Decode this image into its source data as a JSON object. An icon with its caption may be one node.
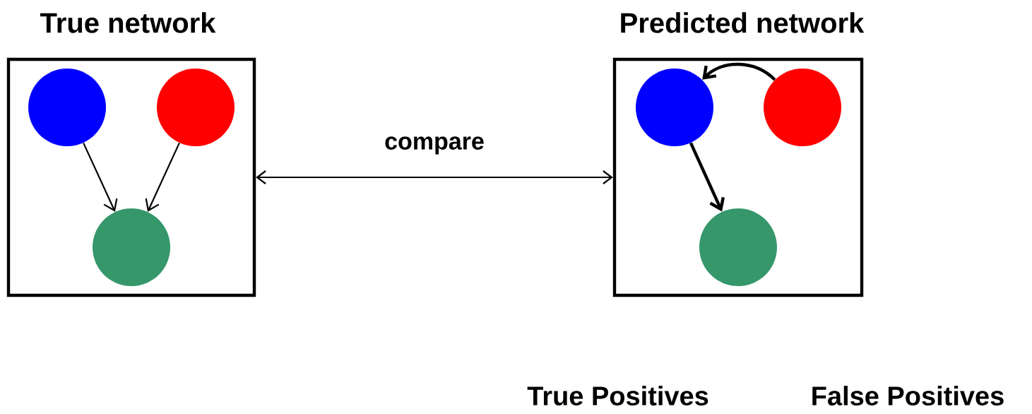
{
  "diagram": {
    "nodes": [
      {
        "text": [
          "True network"
        ]
      },
      {
        "text": [],
        "shape": "circle",
        "in": 0
      },
      {
        "text": [],
        "shape": "circle",
        "in": 0
      },
      {
        "text": [],
        "shape": "circle",
        "in": 0
      },
      {
        "text": [
          "Predicted network"
        ]
      },
      {
        "text": [],
        "shape": "circle",
        "in": 4
      },
      {
        "text": [],
        "shape": "circle",
        "in": 4
      },
      {
        "text": [],
        "shape": "circle",
        "in": 4
      }
    ],
    "edges": [
      {
        "from": 1,
        "to": 3,
        "arrow": "to"
      },
      {
        "from": 2,
        "to": 3,
        "arrow": "to"
      },
      {
        "from": 0,
        "to": 4,
        "arrow": "both",
        "label": "compare"
      },
      {
        "from": 6,
        "to": 5,
        "arrow": "to",
        "style": "thick"
      },
      {
        "from": 5,
        "to": 7,
        "arrow": "to",
        "style": "thick"
      }
    ],
    "labels": [
      "True Positives",
      "False Positives"
    ]
  }
}
